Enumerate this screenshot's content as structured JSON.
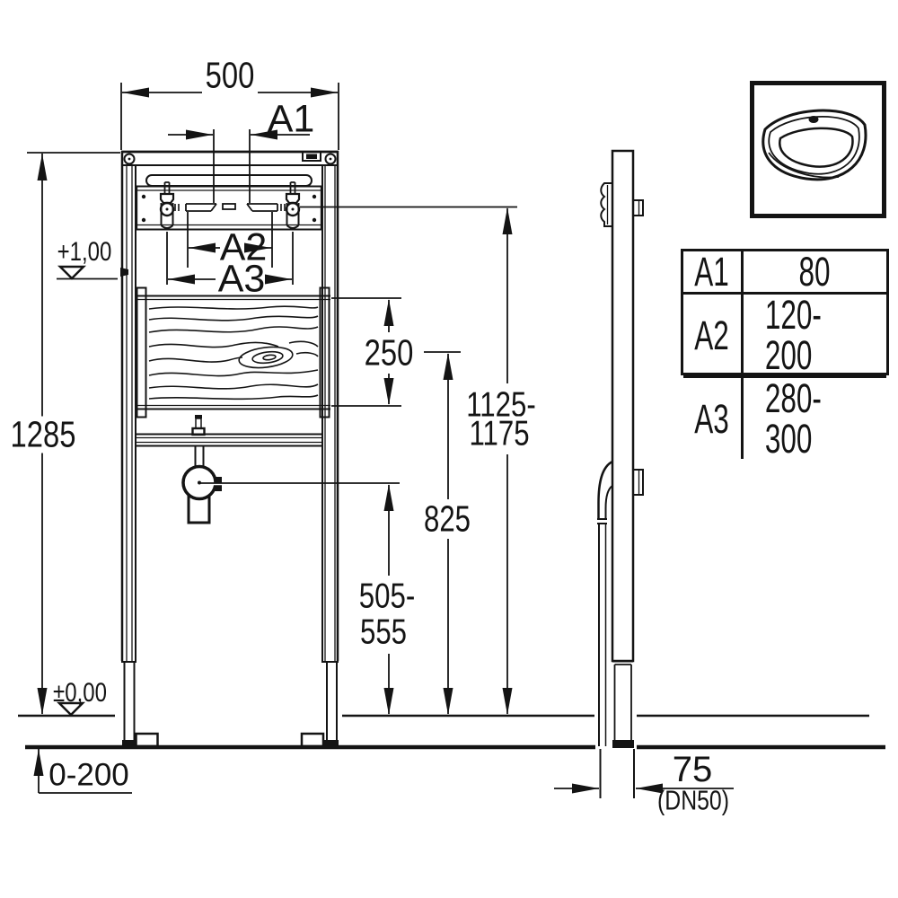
{
  "drawing": {
    "colors": {
      "ink": "#141414",
      "paper": "#ffffff"
    },
    "dims": {
      "frame_width": "500",
      "frame_height": "1285",
      "a1": "A1",
      "a2": "A2",
      "a3": "A3",
      "panel_height": "250",
      "outlet_height": "825",
      "upper_range_line1": "1125-",
      "upper_range_line2": "1175",
      "lower_range_line1": "505-",
      "lower_range_line2": "555",
      "datum_upper": "+1,00",
      "datum_floor": "±0,00",
      "floor_buildup": "0-200",
      "drain_offset": "75",
      "drain_note": "(DN50)"
    },
    "table": {
      "rows": [
        {
          "param": "A1",
          "value": "80"
        },
        {
          "param": "A2",
          "value": "120-200"
        },
        {
          "param": "A3",
          "value": "280-300"
        }
      ]
    },
    "icons": {
      "top_right_box": "washbasin"
    }
  }
}
